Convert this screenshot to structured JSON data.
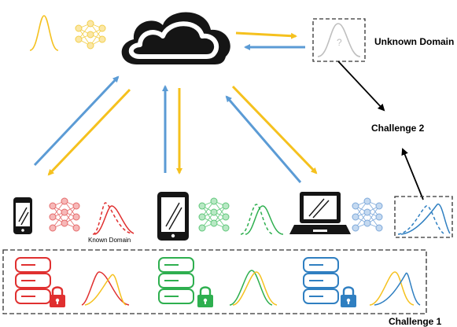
{
  "labels": {
    "unknown_domain": "Unknown Domain",
    "challenge_2": "Challenge 2",
    "challenge_1": "Challenge 1",
    "known_domain": "Known Domain",
    "question_mark": "?"
  },
  "colors": {
    "yellow": "#F5C11E",
    "blue": "#5B9BD5",
    "red": "#E03030",
    "green": "#2EAF4F",
    "device_blue": "#2F7FC1",
    "dark": "#151515",
    "gray": "#BFBFBF",
    "pink_net": "#E56A6A",
    "green_net": "#5FC77A",
    "blue_net": "#7EA9DA",
    "yellow_net": "#F2CF4A"
  },
  "icons": [
    "cloud-icon",
    "smartphone-icon",
    "tablet-icon",
    "laptop-icon",
    "neural-network-icon",
    "database-icon",
    "lock-icon",
    "distribution-curve-icon"
  ]
}
